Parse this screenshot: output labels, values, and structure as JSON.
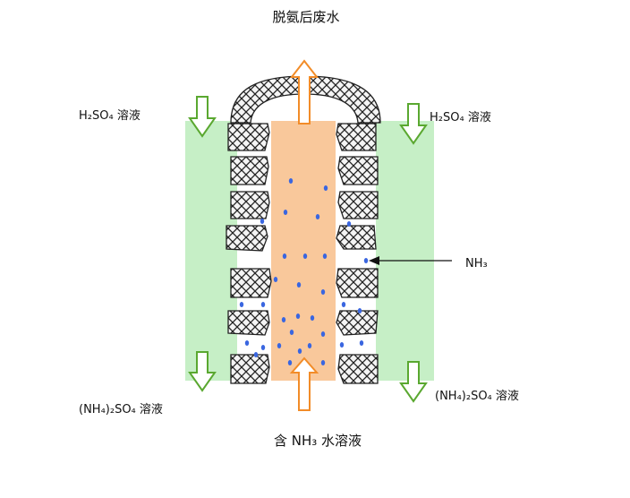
{
  "labels": {
    "top": "脱氨后废水",
    "bottom": "含 NH₃ 水溶液",
    "h2so4_left": "H₂SO₄ 溶液",
    "h2so4_right": "H₂SO₄ 溶液",
    "nh42so4_left": "(NH₄)₂SO₄ 溶液",
    "nh42so4_right": "(NH₄)₂SO₄ 溶液",
    "nh3": "NH₃"
  },
  "colors": {
    "acid_side": "#c6efc6",
    "inner_channel": "#f9c89b",
    "membrane_fill": "#a6a6a6",
    "membrane_stroke": "#333333",
    "nh3_dot": "#3a66e0",
    "green_arrow": "#5aa830",
    "orange_arrow": "#f28c28"
  }
}
